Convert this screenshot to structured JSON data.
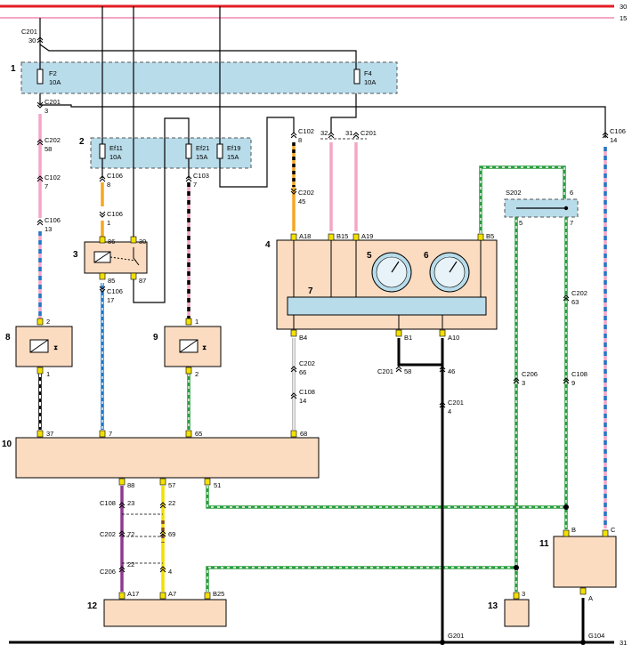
{
  "bus": {
    "b30": "30",
    "b15": "15",
    "b31": "31"
  },
  "components": {
    "n1": "1",
    "n2": "2",
    "n3": "3",
    "n4": "4",
    "n5": "5",
    "n6": "6",
    "n7": "7",
    "n8": "8",
    "n9": "9",
    "n10": "10",
    "n11": "11",
    "n12": "12",
    "n13": "13"
  },
  "fuses": {
    "f2": "F2",
    "f2_rating": "10A",
    "f4": "F4",
    "f4_rating": "10A",
    "ef11": "Ef11",
    "ef11_rating": "10A",
    "ef21": "Ef21",
    "ef21_rating": "15A",
    "ef19": "Ef19",
    "ef19_rating": "15A"
  },
  "connectors": {
    "c201_30": "C201",
    "c201_30_pin": "30",
    "c201_3": "C201",
    "c201_3_pin": "3",
    "c202_58": "C202",
    "c202_58_pin": "58",
    "c102_7": "C102",
    "c102_7_pin": "7",
    "c106_13": "C106",
    "c106_13_pin": "13",
    "c106_8": "C106",
    "c106_8_pin": "8",
    "c106_1": "C106",
    "c106_1_pin": "1",
    "c103_7": "C103",
    "c103_7_pin": "7",
    "c102_8": "C102",
    "c102_8_pin": "8",
    "c202_45": "C202",
    "c202_45_pin": "45",
    "c201_top": "C201",
    "pin32": "32",
    "pin31": "31",
    "c106_14": "C106",
    "c106_14_pin": "14",
    "s202": "S202",
    "s202_6": "6",
    "s202_5": "5",
    "s202_7": "7",
    "c202_63": "C202",
    "c202_63_pin": "63",
    "c206_3": "C206",
    "c206_3_pin": "3",
    "c108_9": "C108",
    "c108_9_pin": "9",
    "c106_17": "C106",
    "c106_17_pin": "17",
    "c202_66": "C202",
    "c202_66_pin": "66",
    "c108_14": "C108",
    "c108_14_pin": "14",
    "c201_58": "C201",
    "c201_58_pin": "58",
    "pin46": "46",
    "c201_4": "C201",
    "c201_4_pin": "4",
    "c108_23": "C108",
    "c108_23_pin": "23",
    "pin22a": "22",
    "c202_72": "C202",
    "c202_72_pin": "72",
    "pin69": "69",
    "c206_22": "C206",
    "c206_22_pin": "22",
    "pin4": "4",
    "g201": "G201",
    "g104": "G104"
  },
  "pins": {
    "p3_86": "86",
    "p3_30": "30",
    "p3_85": "85",
    "p3_87": "87",
    "p4_a18": "A18",
    "p4_b15": "B15",
    "p4_a19": "A19",
    "p4_b5": "B5",
    "p4_b4": "B4",
    "p4_b1": "B1",
    "p4_a10": "A10",
    "p8_2": "2",
    "p8_1": "1",
    "p9_1": "1",
    "p9_2": "2",
    "p10_37": "37",
    "p10_7": "7",
    "p10_65": "65",
    "p10_68": "68",
    "p10_88": "88",
    "p10_57": "57",
    "p10_51": "51",
    "p11_b": "B",
    "p11_c": "C",
    "p11_a": "A",
    "p12_a17": "A17",
    "p12_a7": "A7",
    "p12_b25": "B25",
    "p13_3": "3"
  },
  "colors": {
    "bus30": "#e31e24",
    "bus15": "#f4a6c6",
    "box": "#fcdcc1",
    "fuseblock": "#b9dcea",
    "pink": "#f4a6c6",
    "blue": "#1f78c8",
    "green": "#2a9d3f",
    "orange": "#f5a623",
    "purple": "#8e3a8e",
    "yellow": "#f2e000",
    "gray": "#a9a9a9",
    "black": "#000000",
    "brown": "#8b4a1c",
    "connector": "#f2e000"
  }
}
